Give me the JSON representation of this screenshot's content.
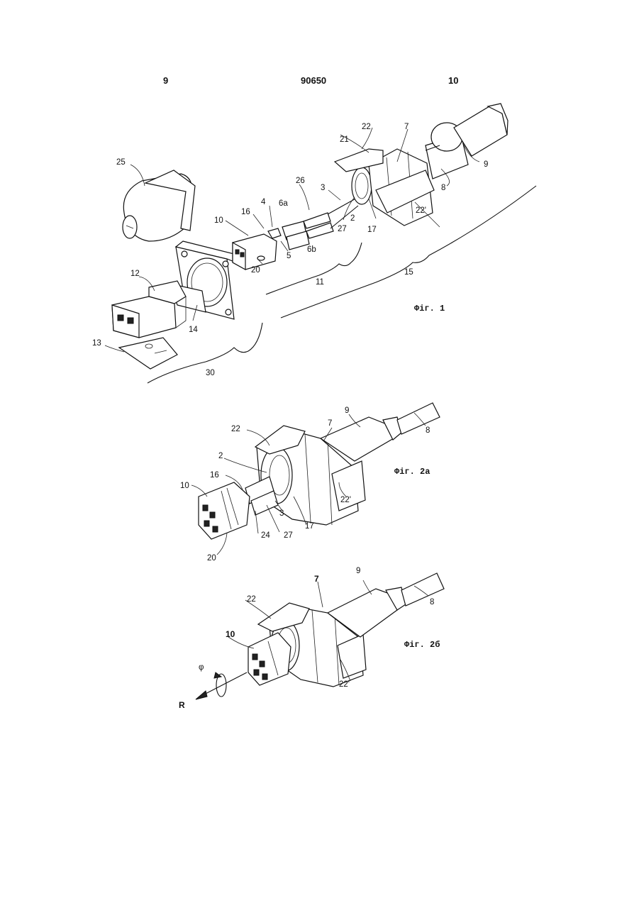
{
  "header": {
    "page_left": "9",
    "doc_number": "90650",
    "page_right": "10"
  },
  "figures": {
    "fig1": {
      "caption": "Фіг. 1",
      "labels": [
        "25",
        "12",
        "13",
        "14",
        "30",
        "10",
        "16",
        "4",
        "5",
        "20",
        "6a",
        "6b",
        "26",
        "3",
        "27",
        "2",
        "11",
        "15",
        "22",
        "21",
        "7",
        "17",
        "22'",
        "9",
        "8"
      ]
    },
    "fig2a": {
      "caption": "Фіг. 2а",
      "labels": [
        "22",
        "7",
        "9",
        "8",
        "2",
        "16",
        "10",
        "24",
        "27",
        "3",
        "17",
        "22'",
        "20"
      ]
    },
    "fig2b": {
      "caption": "Фіг. 2б",
      "labels": [
        "22",
        "7",
        "9",
        "8",
        "10",
        "φ",
        "R",
        "22'"
      ]
    }
  }
}
